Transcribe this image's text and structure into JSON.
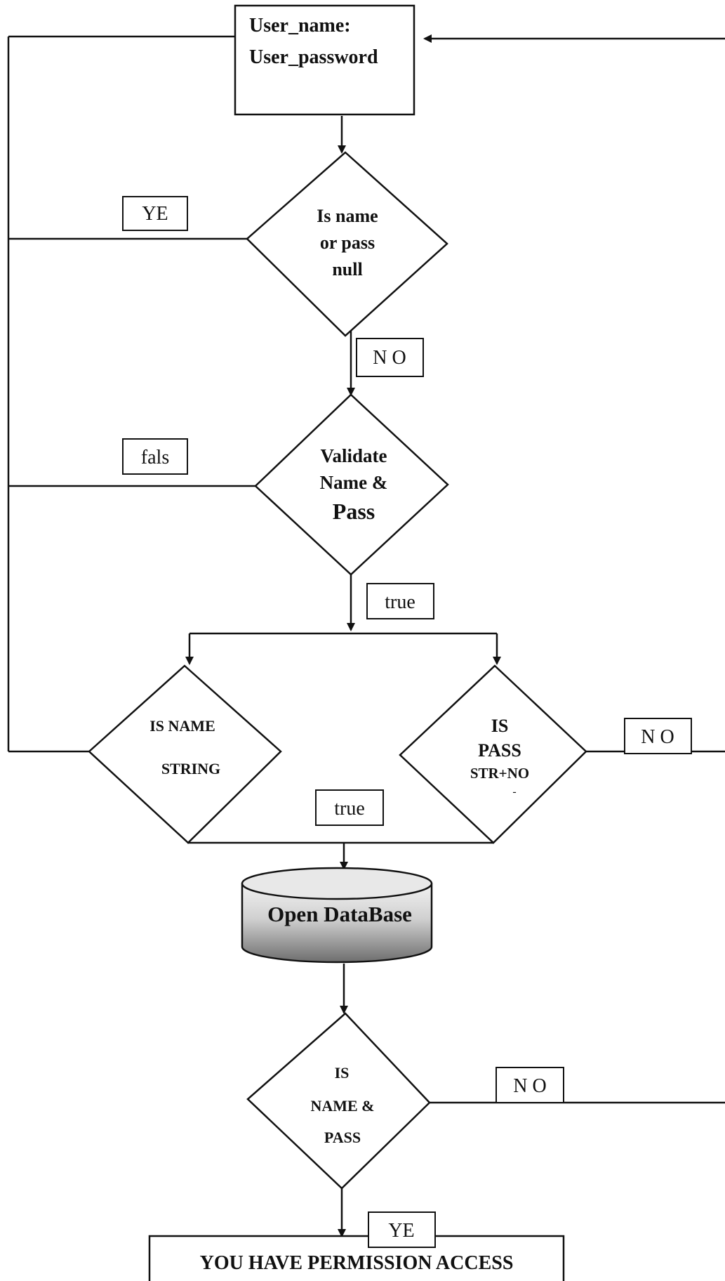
{
  "colors": {
    "line": "#111111",
    "background": "#ffffff",
    "db_top": "#e6e6e6",
    "db_dark": "#7a7a7a"
  },
  "nodes": {
    "login": {
      "line1": "User_name:",
      "line2": "User_password"
    },
    "null_check": {
      "line1": "Is name",
      "line2": "or pass",
      "line3": "null"
    },
    "validate": {
      "line1": "Validate",
      "line2": "Name &",
      "line3": "Pass"
    },
    "name_string": {
      "line1": "IS NAME",
      "line2": "STRING"
    },
    "pass_check": {
      "line1": "IS",
      "line2": "PASS",
      "line3": "STR+NO",
      "line4": "-"
    },
    "database": {
      "label": "Open DataBase"
    },
    "name_pass": {
      "line1": "IS",
      "line2": "NAME &",
      "line3": "PASS"
    },
    "permission": {
      "label": "YOU HAVE PERMISSION ACCESS"
    }
  },
  "labels": {
    "yes_top": "YE",
    "no_1": "N O",
    "fals": "fals",
    "true_1": "true",
    "no_pass": "N O",
    "true_2": "true",
    "no_final": "N O",
    "yes_final": "YE"
  }
}
